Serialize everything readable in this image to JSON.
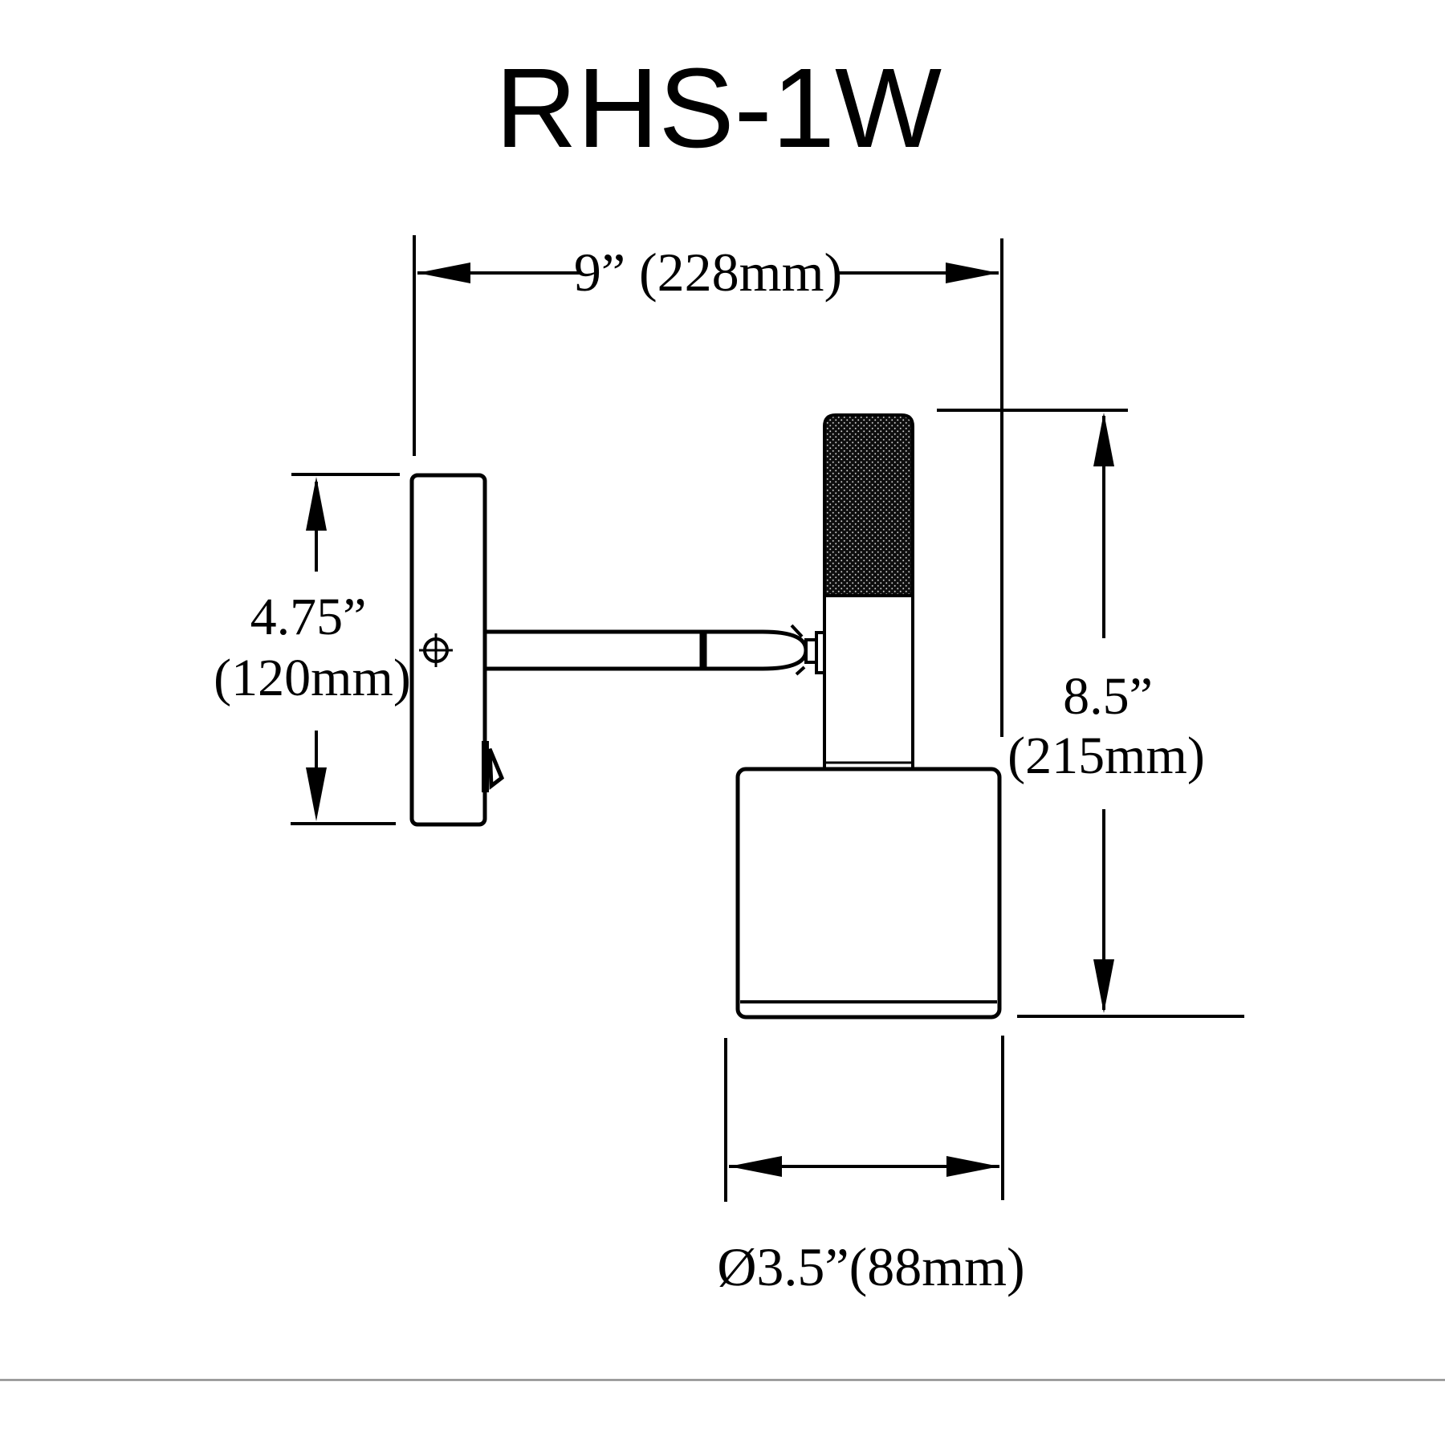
{
  "title": "RHS-1W",
  "drawing": {
    "type": "wall-sconce-dimension-diagram",
    "dimensions": {
      "overall_depth": {
        "label": "9” (228mm)",
        "inches": 9,
        "mm": 228
      },
      "backplate_height": {
        "line1": "4.75”",
        "line2": "(120mm)",
        "inches": 4.75,
        "mm": 120
      },
      "fixture_height": {
        "line1": "8.5”",
        "line2": "(215mm)",
        "inches": 8.5,
        "mm": 215
      },
      "shade_diameter": {
        "label": "Ø3.5”(88mm)",
        "inches": 3.5,
        "mm": 88
      }
    },
    "parts": [
      "wall backplate",
      "mounting screw",
      "toggle switch",
      "extension arm",
      "swivel joint",
      "knurled stem",
      "cylinder shade"
    ]
  },
  "colors": {
    "line": "#000000",
    "background": "#ffffff",
    "divider": "#8f8f8f",
    "knurl_fill": "#0e0e0e"
  }
}
